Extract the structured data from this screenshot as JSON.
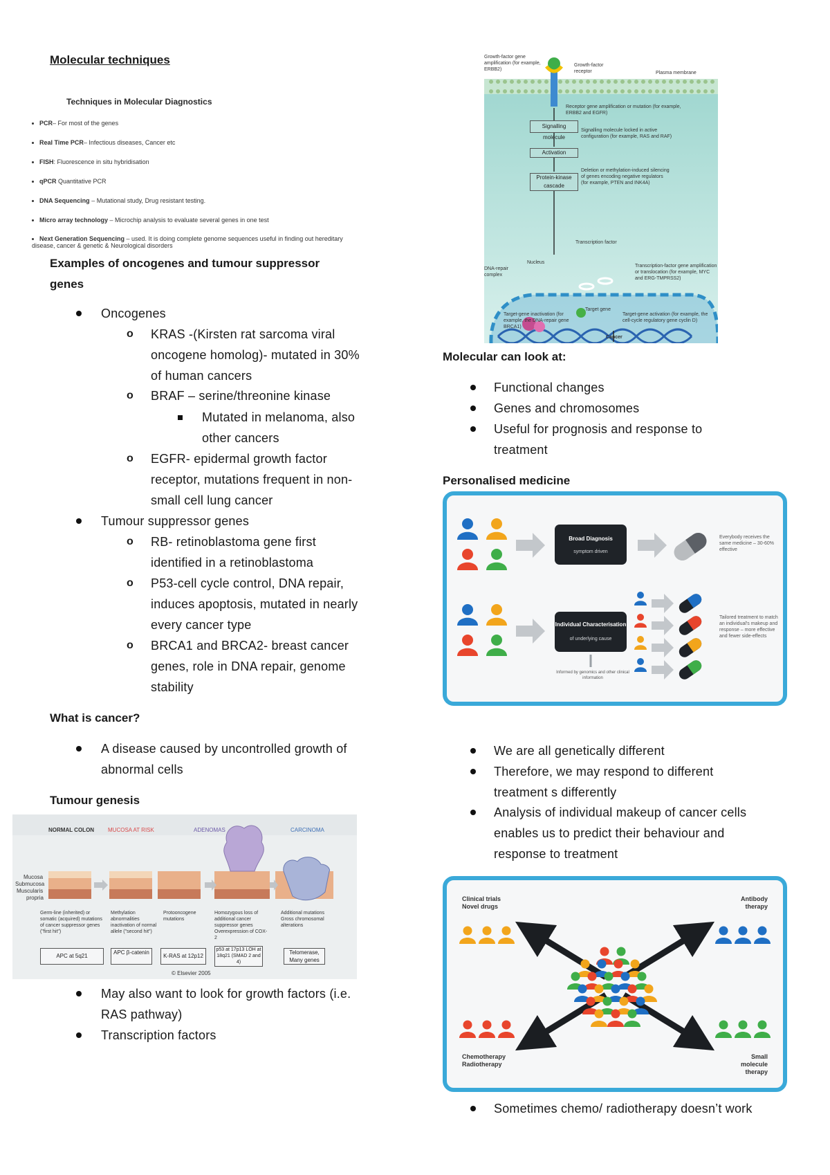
{
  "left": {
    "title": "Molecular techniques",
    "techniques": {
      "title": "Techniques in Molecular Diagnostics",
      "items": [
        {
          "label": "PCR",
          "text": "– For most of the genes"
        },
        {
          "label": "Real Time PCR",
          "text": "– Infectious diseases, Cancer etc"
        },
        {
          "label": "FISH",
          "text": ": Fluorescence in situ hybridisation"
        },
        {
          "label": "qPCR",
          "text": " Quantitative PCR"
        },
        {
          "label": "DNA Sequencing",
          "text": " – Mutational study, Drug resistant testing."
        },
        {
          "label": "Micro array technology",
          "text": " – Microchip analysis to evaluate several genes in one test"
        },
        {
          "label": "Next Generation Sequencing",
          "text": " – used. It is doing complete genome sequences useful in finding out hereditary"
        },
        {
          "label": "",
          "text": "disease, cancer & genetic & Neurological disorders"
        }
      ]
    },
    "examples_title_1": "Examples of oncogenes and tumour suppressor",
    "examples_title_2": "genes",
    "list": [
      "Oncogenes",
      "KRAS -(Kirsten rat sarcoma viral",
      "oncogene homolog)- mutated in 30%",
      "of human cancers",
      "BRAF – serine/threonine kinase",
      "Mutated in melanoma, also",
      "other cancers",
      "EGFR- epidermal growth factor",
      "receptor, mutations frequent in non-",
      "small cell lung cancer",
      "Tumour suppressor genes",
      "RB- retinoblastoma gene first",
      "identified in a retinoblastoma",
      "P53-cell cycle control, DNA repair,",
      "induces apoptosis, mutated in nearly",
      "every cancer type",
      "BRCA1 and BRCA2- breast cancer",
      "genes, role in DNA repair, genome",
      "stability"
    ],
    "cancer_title": "What is cancer?",
    "cancer_list": [
      "A disease caused by uncontrolled growth of",
      "abnormal cells"
    ],
    "genesis_title": "Tumour genesis",
    "genesis_fig": {
      "stages": [
        "NORMAL COLON",
        "MUCOSA AT RISK",
        "ADENOMAS",
        "CARCINOMA"
      ],
      "side_labels": [
        "Mucosa",
        "Submucosa",
        "Muscularis",
        "propria"
      ],
      "events": [
        "Germ-line (inherited) or somatic (acquired) mutations of cancer suppressor genes (\"first hit\")",
        "Methylation abnormalities inactivation of normal allele (\"second hit\")",
        "Protooncogene mutations",
        "Homozygous loss of additional cancer suppressor genes Overexpression of COX-2",
        "Additional mutations Gross chromosomal alterations"
      ],
      "boxes": [
        "APC at 5q21",
        "APC β-catenin",
        "K-RAS at 12p12",
        "p53 at 17p13 LOH at 18q21 (SMAD 2 and 4)",
        "Telomerase, Many genes"
      ],
      "credit": "© Elsevier 2005"
    },
    "more_list": [
      "May also want to look for growth factors (i.e.",
      "RAS pathway)",
      "Transcription factors"
    ]
  },
  "right": {
    "pathway_fig": {
      "labels": [
        "Growth-factor gene amplification (for example, ERBB2)",
        "Growth-factor receptor",
        "Plasma membrane",
        "Receptor gene amplification or mutation (for example, ERBB2 and EGFR)",
        "Signalling molecule",
        "Signalling molecule locked in active configuration (for example, RAS and RAF)",
        "Activation",
        "Protein-kinase cascade",
        "Deletion or methylation-induced silencing of genes encoding negative regulators (for example, PTEN and INK4A)",
        "Transcription factor",
        "Nucleus",
        "DNA-repair complex",
        "Transcription-factor gene amplification or translocation (for example, MYC and ERG-TMPRSS2)",
        "Target gene",
        "Target-gene inactivation (for example, the DNA-repair gene BRCA1)",
        "Target-gene activation (for example, the cell-cycle regulatory gene cyclin D)",
        "Cancer"
      ]
    },
    "molecular_title": "Molecular can look at:",
    "molecular_list": [
      "Functional changes",
      "Genes and chromosomes",
      "Useful for prognosis and response to",
      "treatment"
    ],
    "personalised_title": "Personalised medicine",
    "pm_fig": {
      "broad_title": "Broad Diagnosis",
      "broad_sub": "symptom driven",
      "broad_note": "Everybody receives the same medicine – 30-60% effective",
      "indiv_title": "Individual Characterisation",
      "indiv_sub": "of underlying cause",
      "indiv_note": "Tailored treatment to match an individual's makeup and response – more effective and fewer side-effects",
      "informed": "Informed by genomics and other clinical information"
    },
    "genetic_list": [
      "We are all genetically different",
      "Therefore, we may respond to different",
      "treatment s differently",
      "Analysis of individual makeup of cancer cells",
      "enables us to predict their behaviour and",
      "response to treatment"
    ],
    "therapy_fig": {
      "tl": [
        "Clinical trials",
        "Novel drugs"
      ],
      "tr": [
        "Antibody",
        "therapy"
      ],
      "bl": [
        "Chemotherapy",
        "Radiotherapy"
      ],
      "br": [
        "Small",
        "molecule",
        "therapy"
      ]
    },
    "final_list": [
      "Sometimes chemo/ radiotherapy doesn’t work"
    ]
  },
  "colors": {
    "blue": "#1f6fc4",
    "orange": "#f2a51c",
    "red": "#e8452c",
    "green": "#3fae49",
    "frame": "#3aa9d9",
    "teal": "#c8e7e3"
  }
}
